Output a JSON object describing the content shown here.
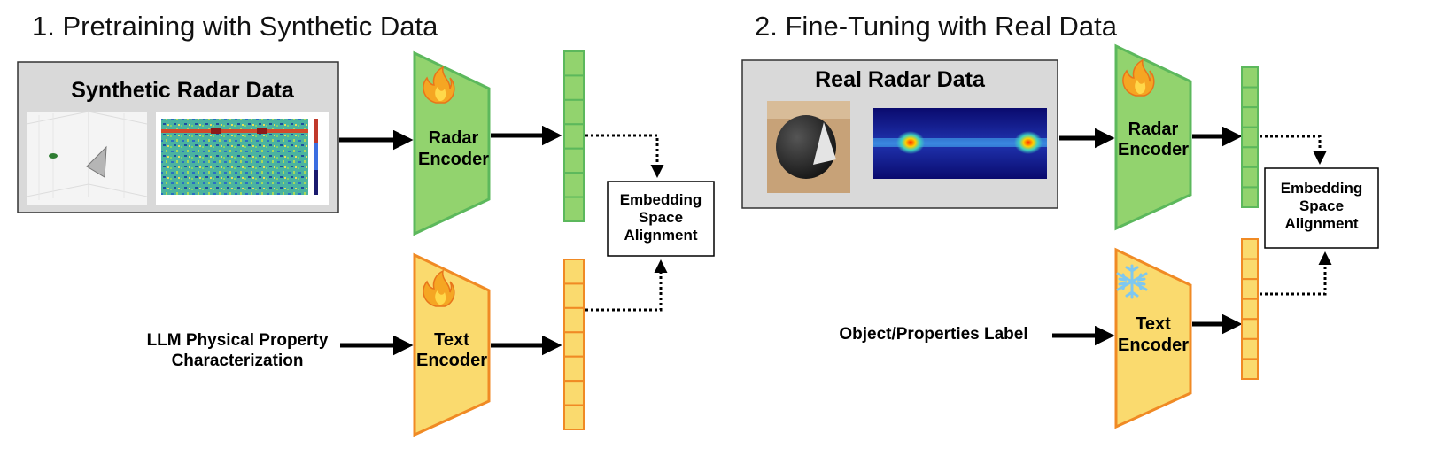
{
  "panel1": {
    "heading": "1. Pretraining with Synthetic Data",
    "data_box_title": "Synthetic Radar Data",
    "radar_encoder": [
      "Radar",
      "Encoder"
    ],
    "text_encoder": [
      "Text",
      "Encoder"
    ],
    "alignment": [
      "Embedding",
      "Space",
      "Alignment"
    ],
    "text_input": [
      "LLM Physical Property",
      "Characterization"
    ],
    "radar_encoder_state": "trainable",
    "text_encoder_state": "trainable"
  },
  "panel2": {
    "heading": "2. Fine-Tuning with Real Data",
    "data_box_title": "Real Radar Data",
    "radar_encoder": [
      "Radar",
      "Encoder"
    ],
    "text_encoder": [
      "Text",
      "Encoder"
    ],
    "alignment": [
      "Embedding",
      "Space",
      "Alignment"
    ],
    "text_input": [
      "Object/Properties Label"
    ],
    "radar_encoder_state": "trainable",
    "text_encoder_state": "frozen"
  },
  "colors": {
    "radar_fill": "#92d36e",
    "radar_stroke": "#5cb85c",
    "text_fill": "#fada6e",
    "text_stroke": "#f08a24",
    "box_fill": "#d9d9d9",
    "fire_icon": "fire-icon",
    "frozen_icon": "snowflake-icon"
  }
}
